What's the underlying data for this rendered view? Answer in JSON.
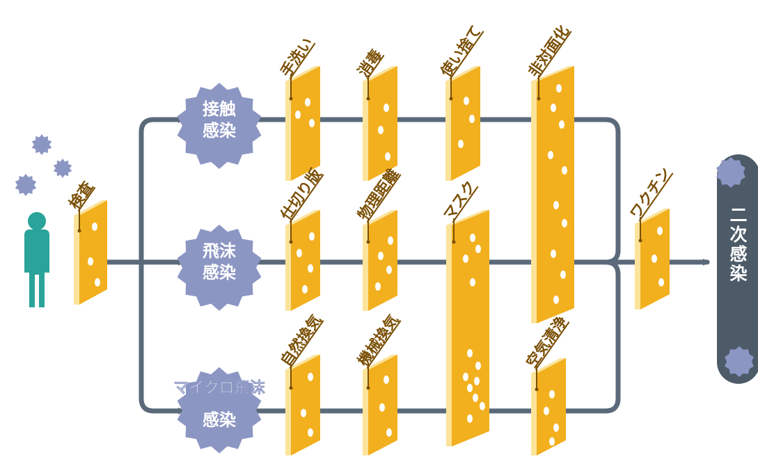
{
  "colors": {
    "line": "#5a6a7a",
    "slice_face": "#f2b01e",
    "slice_edge": "#fbe39a",
    "slice_shadow": "#e08f14",
    "virus": "#8c96c3",
    "person": "#2aa39a",
    "label_text": "#7a4f05",
    "result_bar": "#4d5b69",
    "result_text": "#ffffff",
    "white": "#ffffff"
  },
  "person": {
    "icon": "person-icon"
  },
  "inspection": {
    "label": "検査"
  },
  "routes": {
    "contact": {
      "line1": "接触",
      "line2": "感染"
    },
    "droplet": {
      "line1": "飛沫",
      "line2": "感染"
    },
    "micro": {
      "line1": "マイクロ飛沫",
      "line2": "感染"
    }
  },
  "measures": {
    "handwash": "手洗い",
    "disinfect": "消毒",
    "disposable": "使い捨て",
    "noncontact": "非対面化",
    "partition": "仕切り版",
    "distance": "物理距離",
    "mask": "マスク",
    "vaccine": "ワクチン",
    "natural_vent": "自然換気",
    "mech_vent": "機械換気",
    "air_clean": "空気清浄"
  },
  "result": {
    "label": "二次感染"
  }
}
